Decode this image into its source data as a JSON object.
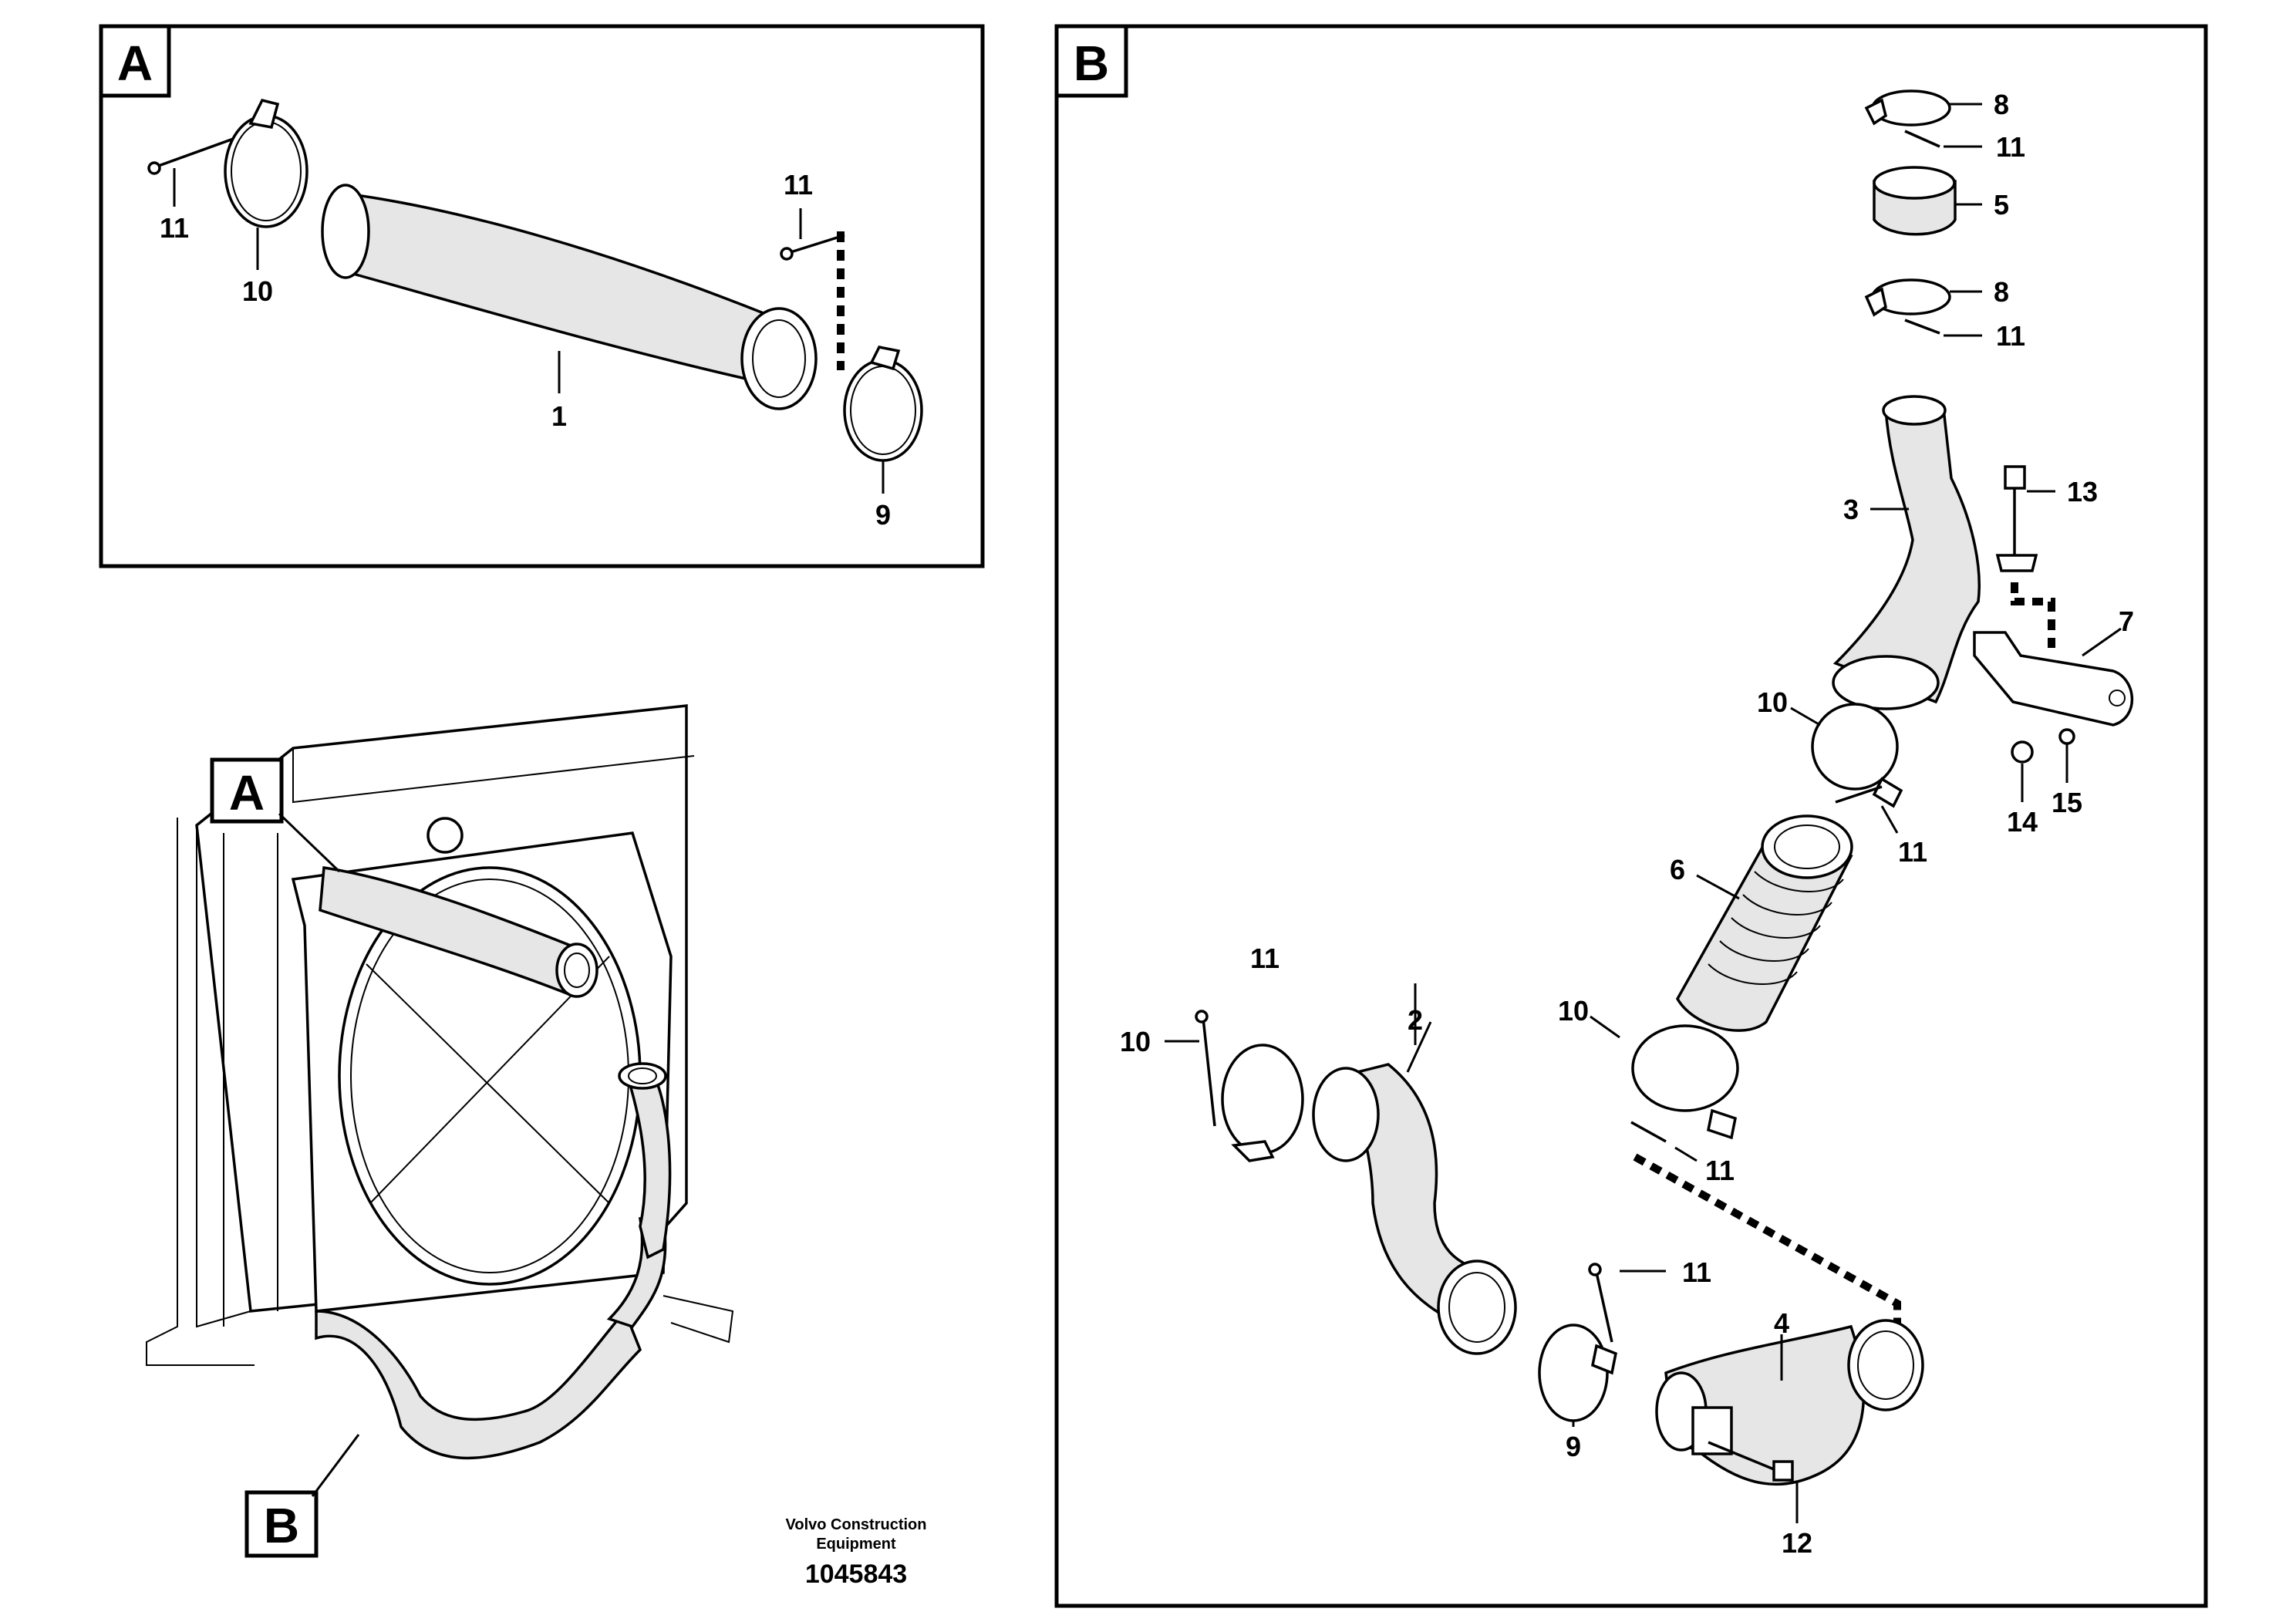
{
  "panels": {
    "a": {
      "letter": "A"
    },
    "b": {
      "letter": "B"
    },
    "overview": {
      "letter_a": "A",
      "letter_b": "B"
    }
  },
  "callouts": {
    "a": [
      "11",
      "10",
      "1",
      "11",
      "9"
    ],
    "b": [
      "8",
      "11",
      "5",
      "8",
      "11",
      "13",
      "3",
      "7",
      "10",
      "11",
      "14",
      "15",
      "6",
      "10",
      "2",
      "11",
      "10",
      "11",
      "11",
      "4",
      "9",
      "12"
    ]
  },
  "footer": {
    "line1": "Volvo Construction",
    "line2": "Equipment",
    "drawing_number": "1045843"
  }
}
